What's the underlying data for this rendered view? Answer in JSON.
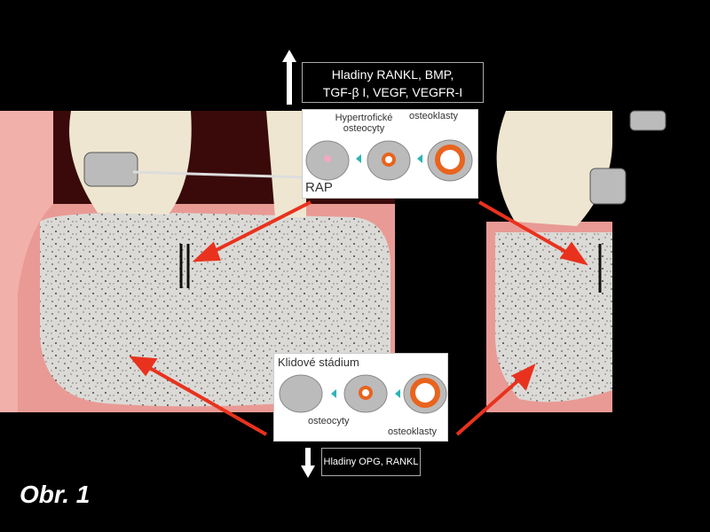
{
  "figure_label": "Obr. 1",
  "top_label": {
    "line1": "Hladiny RANKL, BMP,",
    "line2": "TGF-β I, VEGF, VEGFR-I"
  },
  "top_panel": {
    "cell_label": "Hypertrofické osteocyty",
    "clast_label": "osteoklasty",
    "stage": "RAP"
  },
  "bottom_panel": {
    "stage": "Klidové stádium",
    "cell_label": "osteocyty",
    "clast_label": "osteoklasty"
  },
  "bottom_label": "Hladiny OPG, RANKL",
  "colors": {
    "arrow": "#e8321e",
    "gum": "#e99a95",
    "bone": "#d8d6d2",
    "osteoclast": "#e8641e",
    "teal": "#2bb5b5"
  }
}
